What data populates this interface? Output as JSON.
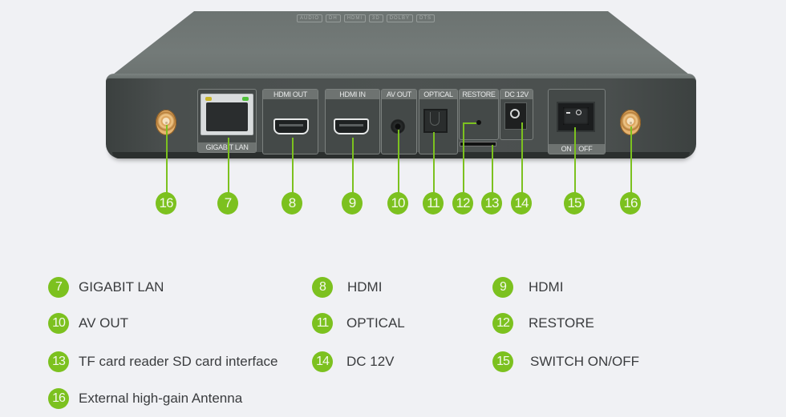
{
  "accent_color": "#7cc11f",
  "device": {
    "logo_strip": [
      "AUDIO",
      "DH",
      "HDMI",
      "3D",
      "DOLBY",
      "DTS"
    ],
    "panels": {
      "lan": "GIGABIT LAN",
      "hdmi_out": "HDMI OUT",
      "hdmi_in": "HDMI IN",
      "av_out": "AV OUT",
      "optical": "OPTICAL",
      "restore": "RESTORE",
      "dc": "DC 12V",
      "switch": "ON    OFF"
    }
  },
  "callouts": [
    "16",
    "7",
    "8",
    "9",
    "10",
    "11",
    "12",
    "13",
    "14",
    "15",
    "16"
  ],
  "legend": [
    {
      "number": "7",
      "label": "GIGABIT LAN"
    },
    {
      "number": "8",
      "label": "HDMI"
    },
    {
      "number": "9",
      "label": "HDMI"
    },
    {
      "number": "10",
      "label": "AV OUT"
    },
    {
      "number": "11",
      "label": "OPTICAL"
    },
    {
      "number": "12",
      "label": "RESTORE"
    },
    {
      "number": "13",
      "label": "TF card reader SD card interface"
    },
    {
      "number": "14",
      "label": "DC 12V"
    },
    {
      "number": "15",
      "label": "SWITCH ON/OFF"
    },
    {
      "number": "16",
      "label": "External high-gain Antenna"
    }
  ]
}
